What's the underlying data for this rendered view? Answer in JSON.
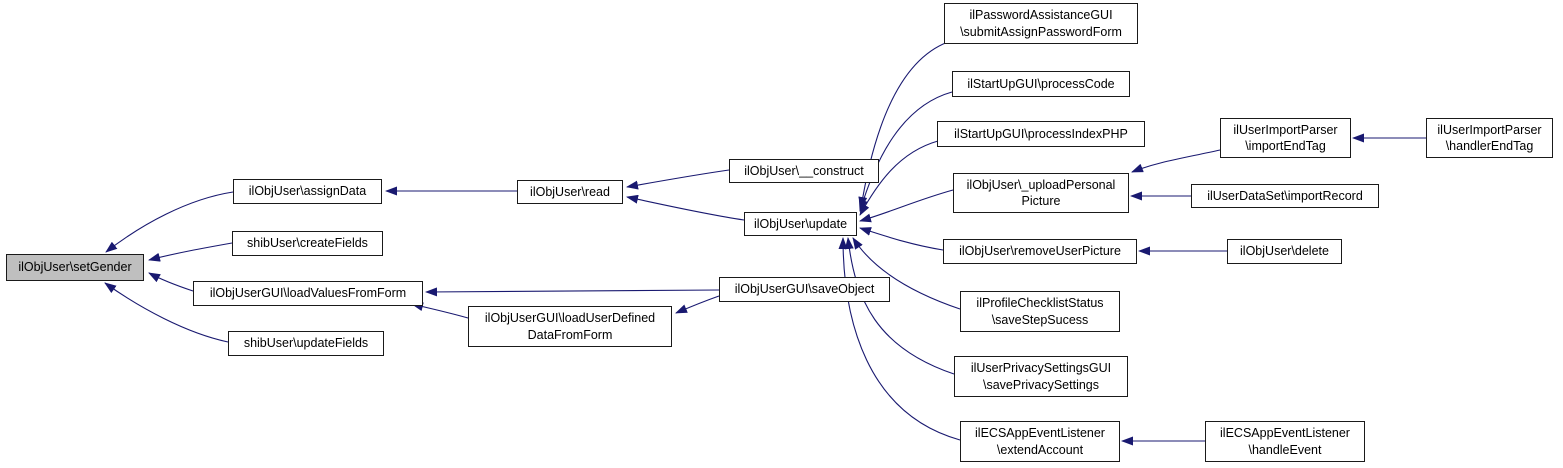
{
  "diagram": {
    "type": "call-graph",
    "edge_color": "#191970",
    "node_border_color": "#1a1a1a",
    "node_fill_color": "#ffffff",
    "highlight_fill_color": "#bfbfbf",
    "nodes": [
      {
        "id": "set-gender",
        "lines": [
          "ilObjUser\\setGender"
        ],
        "highlighted": true
      },
      {
        "id": "assign-data",
        "lines": [
          "ilObjUser\\assignData"
        ],
        "highlighted": false
      },
      {
        "id": "create-fields",
        "lines": [
          "shibUser\\createFields"
        ],
        "highlighted": false
      },
      {
        "id": "load-values-from-form",
        "lines": [
          "ilObjUserGUI\\loadValuesFromForm"
        ],
        "highlighted": false
      },
      {
        "id": "update-fields",
        "lines": [
          "shibUser\\updateFields"
        ],
        "highlighted": false
      },
      {
        "id": "read",
        "lines": [
          "ilObjUser\\read"
        ],
        "highlighted": false
      },
      {
        "id": "construct",
        "lines": [
          "ilObjUser\\__construct"
        ],
        "highlighted": false
      },
      {
        "id": "update",
        "lines": [
          "ilObjUser\\update"
        ],
        "highlighted": false
      },
      {
        "id": "save-object",
        "lines": [
          "ilObjUserGUI\\saveObject"
        ],
        "highlighted": false
      },
      {
        "id": "load-user-defined-data-from-form",
        "lines": [
          "ilObjUserGUI\\loadUserDefined",
          "DataFromForm"
        ],
        "highlighted": false
      },
      {
        "id": "submit-assign-password-form",
        "lines": [
          "ilPasswordAssistanceGUI",
          "\\submitAssignPasswordForm"
        ],
        "highlighted": false
      },
      {
        "id": "process-code",
        "lines": [
          "ilStartUpGUI\\processCode"
        ],
        "highlighted": false
      },
      {
        "id": "process-index-php",
        "lines": [
          "ilStartUpGUI\\processIndexPHP"
        ],
        "highlighted": false
      },
      {
        "id": "upload-personal-picture",
        "lines": [
          "ilObjUser\\_uploadPersonal",
          "Picture"
        ],
        "highlighted": false
      },
      {
        "id": "remove-user-picture",
        "lines": [
          "ilObjUser\\removeUserPicture"
        ],
        "highlighted": false
      },
      {
        "id": "save-step-sucess",
        "lines": [
          "ilProfileChecklistStatus",
          "\\saveStepSucess"
        ],
        "highlighted": false
      },
      {
        "id": "save-privacy-settings",
        "lines": [
          "ilUserPrivacySettingsGUI",
          "\\savePrivacySettings"
        ],
        "highlighted": false
      },
      {
        "id": "extend-account",
        "lines": [
          "ilECSAppEventListener",
          "\\extendAccount"
        ],
        "highlighted": false
      },
      {
        "id": "import-end-tag",
        "lines": [
          "ilUserImportParser",
          "\\importEndTag"
        ],
        "highlighted": false
      },
      {
        "id": "import-record",
        "lines": [
          "ilUserDataSet\\importRecord"
        ],
        "highlighted": false
      },
      {
        "id": "delete",
        "lines": [
          "ilObjUser\\delete"
        ],
        "highlighted": false
      },
      {
        "id": "handler-end-tag",
        "lines": [
          "ilUserImportParser",
          "\\handlerEndTag"
        ],
        "highlighted": false
      },
      {
        "id": "handle-event",
        "lines": [
          "ilECSAppEventListener",
          "\\handleEvent"
        ],
        "highlighted": false
      }
    ],
    "edges": [
      {
        "from": "assign-data",
        "to": "set-gender"
      },
      {
        "from": "create-fields",
        "to": "set-gender"
      },
      {
        "from": "load-values-from-form",
        "to": "set-gender"
      },
      {
        "from": "update-fields",
        "to": "set-gender"
      },
      {
        "from": "read",
        "to": "assign-data"
      },
      {
        "from": "construct",
        "to": "read"
      },
      {
        "from": "update",
        "to": "read"
      },
      {
        "from": "submit-assign-password-form",
        "to": "update"
      },
      {
        "from": "process-code",
        "to": "update"
      },
      {
        "from": "process-index-php",
        "to": "update"
      },
      {
        "from": "upload-personal-picture",
        "to": "update"
      },
      {
        "from": "remove-user-picture",
        "to": "update"
      },
      {
        "from": "save-step-sucess",
        "to": "update"
      },
      {
        "from": "save-privacy-settings",
        "to": "update"
      },
      {
        "from": "extend-account",
        "to": "update"
      },
      {
        "from": "save-object",
        "to": "load-values-from-form"
      },
      {
        "from": "load-user-defined-data-from-form",
        "to": "load-values-from-form"
      },
      {
        "from": "save-object",
        "to": "load-user-defined-data-from-form"
      },
      {
        "from": "import-end-tag",
        "to": "upload-personal-picture"
      },
      {
        "from": "import-record",
        "to": "upload-personal-picture"
      },
      {
        "from": "delete",
        "to": "remove-user-picture"
      },
      {
        "from": "handler-end-tag",
        "to": "import-end-tag"
      },
      {
        "from": "handle-event",
        "to": "extend-account"
      }
    ]
  }
}
